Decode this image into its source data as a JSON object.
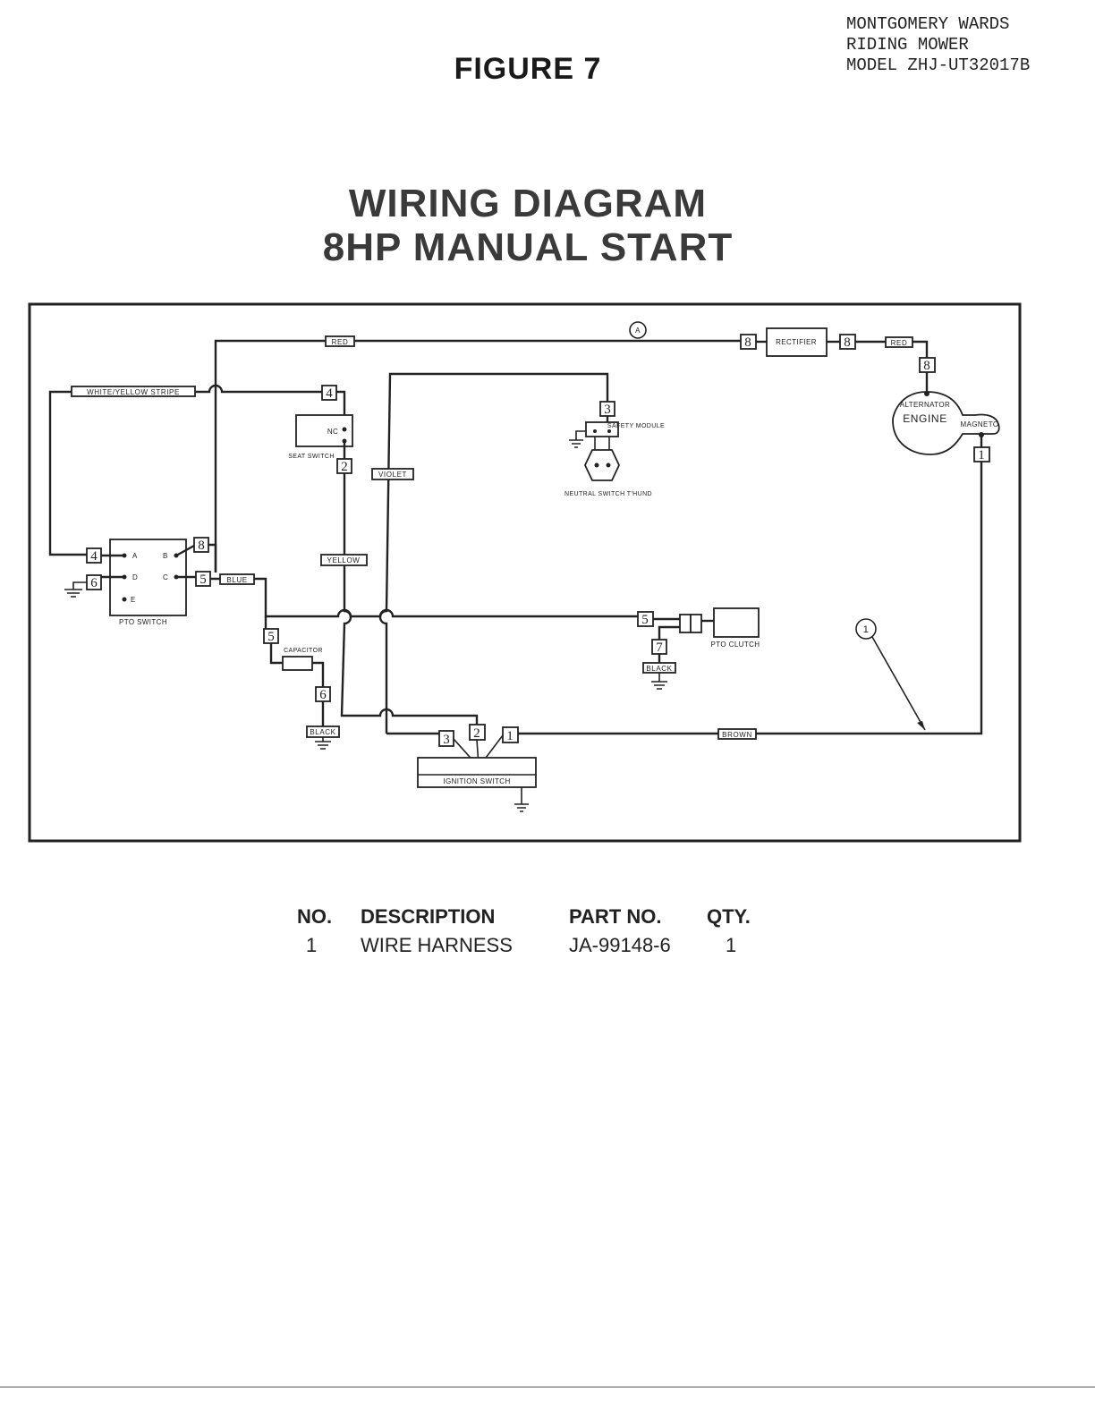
{
  "header": {
    "line1": "MONTGOMERY WARDS",
    "line2": "RIDING MOWER",
    "line3": "MODEL ZHJ-UT32017B"
  },
  "figure_title": "FIGURE 7",
  "diagram_title": {
    "line1": "WIRING DIAGRAM",
    "line2": "8HP MANUAL START"
  },
  "diagram": {
    "wire_labels": {
      "red_top": "RED",
      "red_right": "RED",
      "white_yellow": "WHITE/YELLOW STRIPE",
      "violet": "VIOLET",
      "yellow": "YELLOW",
      "blue": "BLUE",
      "brown": "BROWN",
      "black_capacitor": "BLACK",
      "black_pto": "BLACK"
    },
    "components": {
      "rectifier": "RECTIFIER",
      "alternator": "ALTERNATOR",
      "engine": "ENGINE",
      "magneto": "MAGNETO",
      "seat_switch_contact": "NC",
      "seat_switch": "SEAT SWITCH",
      "safety_module": "SAFETY MODULE",
      "neutral_switch": "NEUTRAL SWITCH T'HUND",
      "pto_switch": "PTO SWITCH",
      "pto_clutch": "PTO CLUTCH",
      "capacitor": "CAPACITOR",
      "ignition_switch": "IGNITION SWITCH"
    },
    "pto_terminals": {
      "a": "A",
      "b": "B",
      "d": "D",
      "c": "C",
      "e": "E"
    },
    "callouts": {
      "a": "A",
      "one": "1"
    },
    "terminals": {
      "rect_in": "8",
      "rect_out": "8",
      "alt": "8",
      "magneto": "1",
      "seat_top": "4",
      "seat_bottom": "2",
      "safety": "3",
      "pto_a": "4",
      "pto_gnd": "6",
      "pto_b": "8",
      "pto_c": "5",
      "cap_top": "5",
      "cap_bottom": "6",
      "clutch_in": "5",
      "clutch_gnd": "7",
      "ign_3": "3",
      "ign_2": "2",
      "ign_1": "1"
    }
  },
  "parts_table": {
    "headers": {
      "no": "NO.",
      "description": "DESCRIPTION",
      "part_no": "PART NO.",
      "qty": "QTY."
    },
    "rows": [
      {
        "no": "1",
        "description": "WIRE HARNESS",
        "part_no": "JA-99148-6",
        "qty": "1"
      }
    ]
  }
}
